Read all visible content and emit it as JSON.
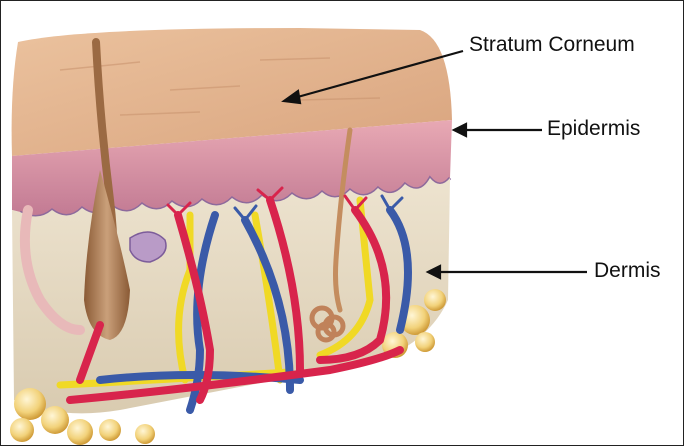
{
  "labels": {
    "stratum_corneum": "Stratum Corneum",
    "epidermis": "Epidermis",
    "dermis": "Dermis"
  },
  "colors": {
    "skin_top": "#e2b08a",
    "skin_side": "#efb1b4",
    "epidermis": "#c97f97",
    "dermis": "#e4d8c1",
    "fat": "#f2d27a",
    "artery": "#d8244c",
    "vein": "#3a5aa8",
    "lymph": "#f3df2a",
    "hair": "#b9845a",
    "arrow": "#111111"
  }
}
